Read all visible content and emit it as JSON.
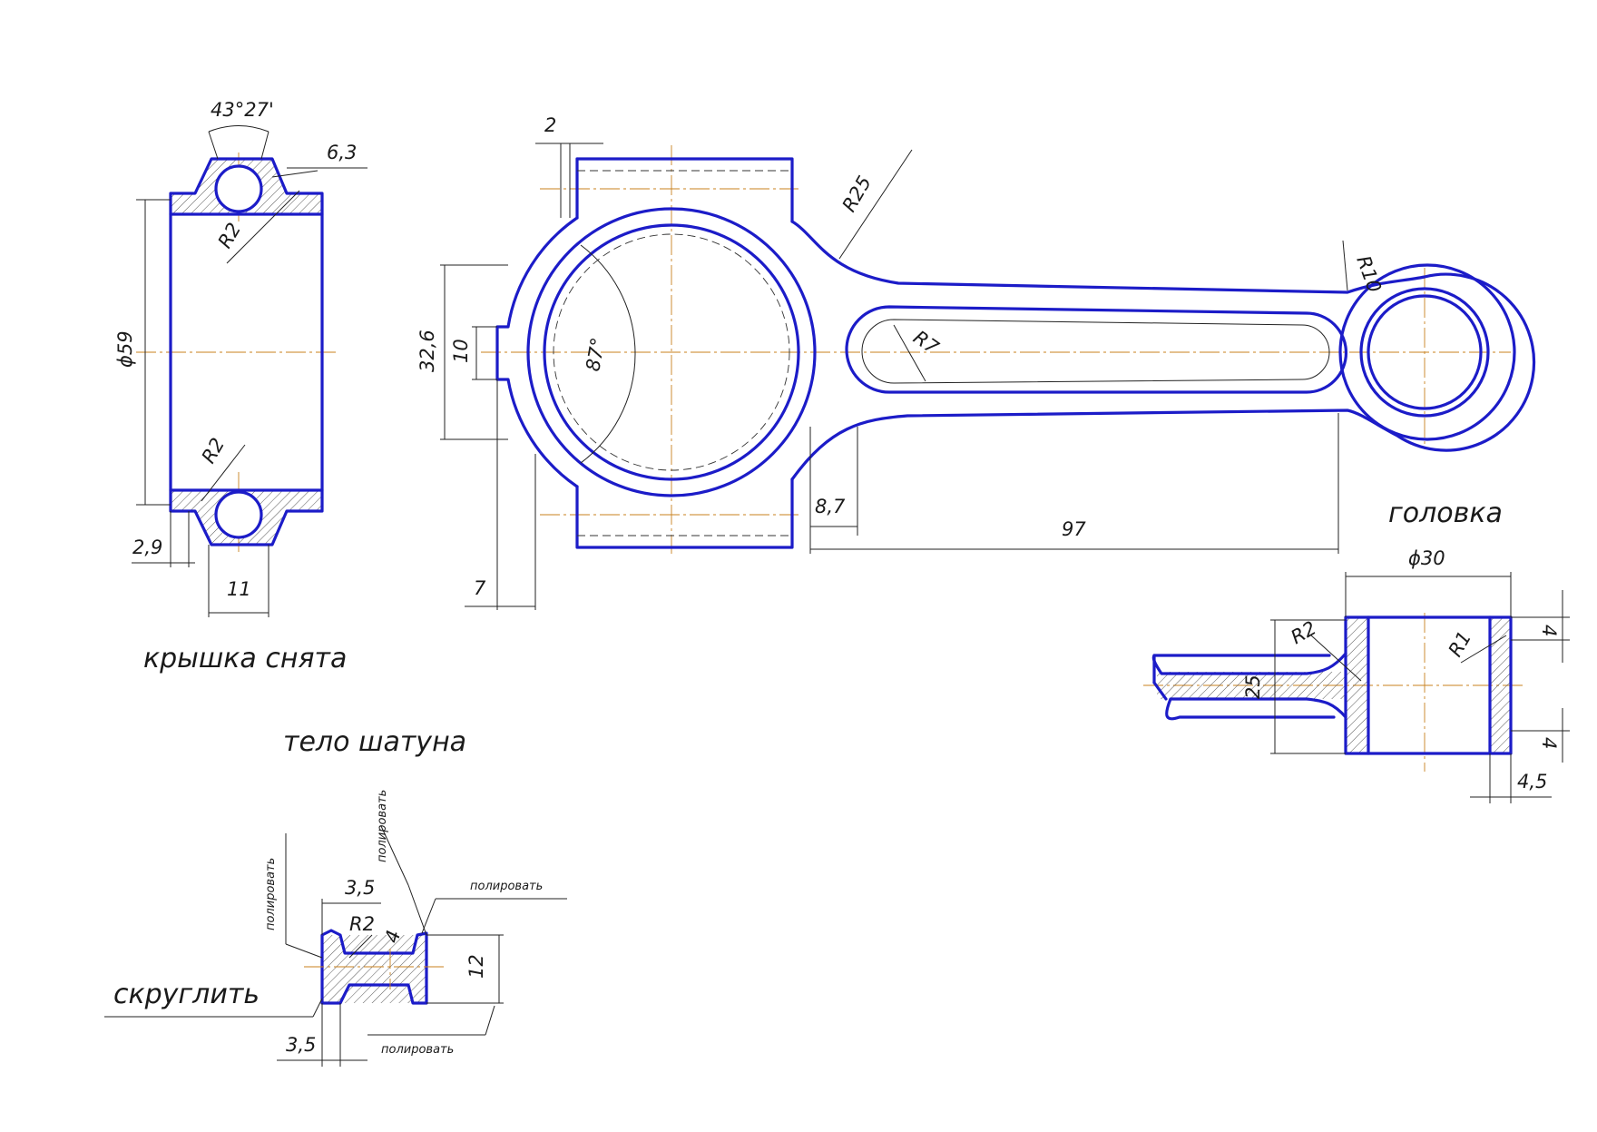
{
  "views": {
    "cap_removed": {
      "title": "крышка снята",
      "dims": {
        "angle": "43°27'",
        "d1": "6,3",
        "diam": "ϕ59",
        "r_top": "R2",
        "r_bot": "R2",
        "d2": "2,9",
        "d3": "11"
      }
    },
    "main": {
      "dims": {
        "d_top": "2",
        "r25": "R25",
        "r10": "R10",
        "r7": "R7",
        "angle": "87°",
        "d_326": "32,6",
        "d_10": "10",
        "d_87": "8,7",
        "d_97": "97",
        "d_7": "7"
      }
    },
    "head": {
      "title": "головка",
      "dims": {
        "diam": "ϕ30",
        "r2": "R2",
        "r1": "R1",
        "d4a": "4",
        "d4b": "4",
        "d25": "25",
        "d45": "4,5"
      }
    },
    "body": {
      "title": "тело шатуна",
      "note_round": "скруглить",
      "polish": "полировать",
      "dims": {
        "d35a": "3,5",
        "d35b": "3,5",
        "r2": "R2",
        "d4": "4",
        "d12": "12"
      }
    }
  },
  "colors": {
    "outline": "#1c1cc8",
    "axis": "#c8801e",
    "ink": "#222222"
  }
}
